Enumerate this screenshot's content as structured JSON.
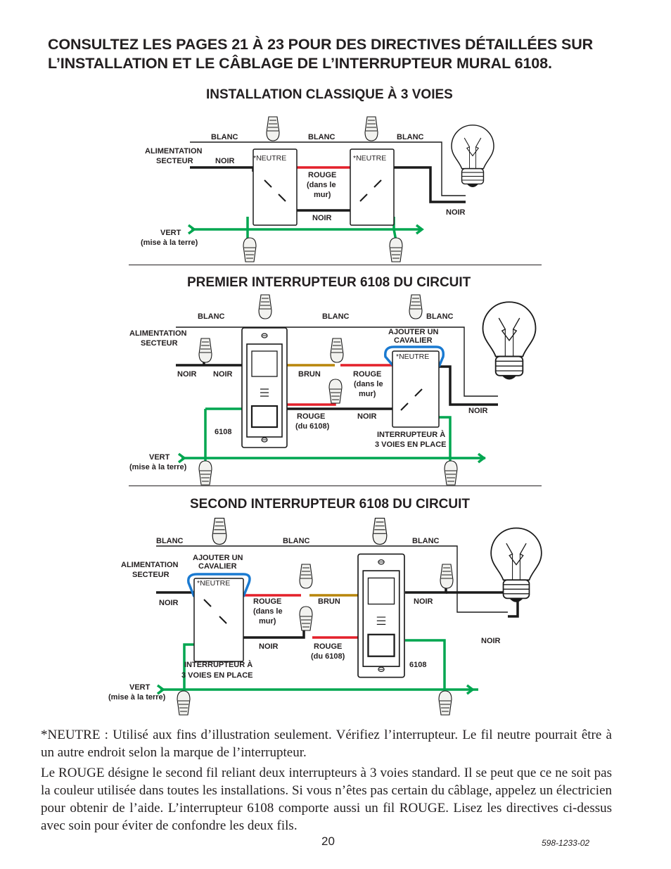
{
  "heading": {
    "line1": "CONSULTEZ LES PAGES 21 À 23 POUR DES DIRECTIVES DÉTAILLÉES SUR",
    "line2": "L’INSTALLATION ET LE CÂBLAGE DE L’INTERRUPTEUR MURAL 6108."
  },
  "section1": {
    "title": "INSTALLATION CLASSIQUE À 3 VOIES",
    "blanc_1": "BLANC",
    "blanc_2": "BLANC",
    "blanc_3": "BLANC",
    "alimentation_1": "ALIMENTATION",
    "alimentation_2": "SECTEUR",
    "noir_left": "NOIR",
    "neutre_1": "*NEUTRE",
    "neutre_2": "*NEUTRE",
    "rouge_1": "ROUGE",
    "rouge_2": "(dans le",
    "rouge_3": "mur)",
    "noir_mid": "NOIR",
    "noir_right": "NOIR",
    "vert_1": "VERT",
    "vert_2": "(mise à la terre)"
  },
  "section2": {
    "title": "PREMIER INTERRUPTEUR 6108 DU CIRCUIT",
    "blanc_1": "BLANC",
    "blanc_2": "BLANC",
    "blanc_3": "BLANC",
    "alimentation_1": "ALIMENTATION",
    "alimentation_2": "SECTEUR",
    "ajouter_1": "AJOUTER UN",
    "ajouter_2": "CAVALIER",
    "noir_1": "NOIR",
    "noir_2": "NOIR",
    "brun": "BRUN",
    "rouge_1": "ROUGE",
    "rouge_2": "(dans le",
    "rouge_3": "mur)",
    "neutre": "*NEUTRE",
    "rouge6108_1": "ROUGE",
    "rouge6108_2": "(du 6108)",
    "noir_3": "NOIR",
    "noir_right": "NOIR",
    "model": "6108",
    "inter_1": "INTERRUPTEUR À",
    "inter_2": "3 VOIES EN PLACE",
    "vert_1": "VERT",
    "vert_2": "(mise à la terre)"
  },
  "section3": {
    "title": "SECOND INTERRUPTEUR 6108 DU CIRCUIT",
    "blanc_1": "BLANC",
    "blanc_2": "BLANC",
    "blanc_3": "BLANC",
    "alimentation_1": "ALIMENTATION",
    "alimentation_2": "SECTEUR",
    "ajouter_1": "AJOUTER UN",
    "ajouter_2": "CAVALIER",
    "neutre": "*NEUTRE",
    "noir_left": "NOIR",
    "rouge_1": "ROUGE",
    "rouge_2": "(dans le",
    "rouge_3": "mur)",
    "brun": "BRUN",
    "noir_mid": "NOIR",
    "noir_bottom": "NOIR",
    "rouge6108_1": "ROUGE",
    "rouge6108_2": "(du 6108)",
    "noir_right": "NOIR",
    "model": "6108",
    "inter_1": "INTERRUPTEUR À",
    "inter_2": "3 VOIES EN PLACE",
    "vert_1": "VERT",
    "vert_2": "(mise à la terre)"
  },
  "note_neutre": "*NEUTRE : Utilisé aux fins d’illustration seulement. Vérifiez l’interrupteur. Le fil neutre pourrait être à un autre endroit selon la marque de l’interrupteur.",
  "note_rouge": "Le ROUGE désigne le second fil reliant deux interrupteurs à 3 voies standard. Il se peut que ce ne soit pas la couleur utilisée dans toutes les installations. Si vous n’êtes pas certain du câblage, appelez un électricien pour obtenir de l’aide. L’interrupteur 6108 comporte aussi un fil ROUGE. Lisez les directives ci-dessus avec soin pour éviter de confondre les deux fils.",
  "page_number": "20",
  "doc_number": "598-1233-02",
  "colors": {
    "black": "#1a1a1a",
    "red": "#e4202a",
    "brown": "#b8860b",
    "green": "#00a650",
    "blue": "#1a7ad1"
  }
}
